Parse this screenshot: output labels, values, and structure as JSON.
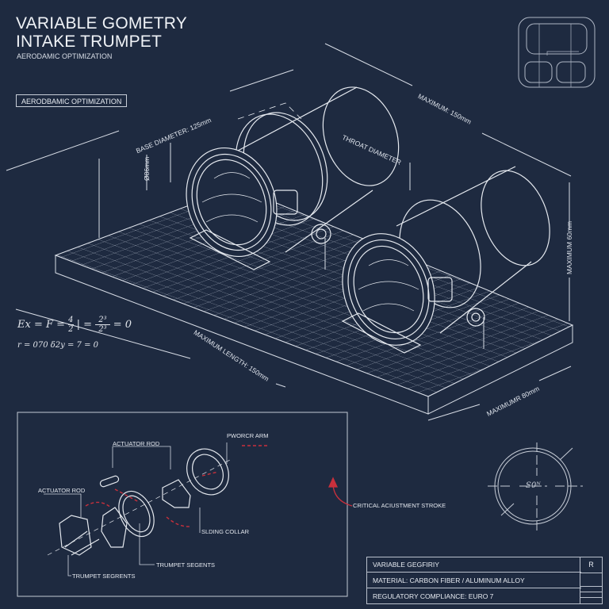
{
  "header": {
    "title_line1": "VARIABLE GOMETRY",
    "title_line2": "INTAKE TRUMPET",
    "subtitle": "AERODAMIC OPTIMIZATION",
    "boxed_label": "AERODBAMIC OPTIMIZATION"
  },
  "dimensions": {
    "base_diameter": "BASE DIAMETER: 125mm",
    "throat_diameter": "THROAT DIAMETER",
    "small_vertical": "Ø86mm",
    "maximum_top": "MAXIMUM: 150mm",
    "maximum_height": "MAXIMUM 60mm",
    "maximum_length": "MAXIMUM LENGTH: 150mm",
    "maximum_depth": "MAXIMUMR 80mm"
  },
  "equations": {
    "line1_left": "Ex = F = ",
    "frac1_num": "4",
    "frac1_den": "2",
    "mid": " | = ",
    "frac2_num": "2³",
    "frac2_den": "2³",
    "line1_right": " = 0",
    "line2": "r = 070 δ2y = 7 = 0"
  },
  "exploded_view": {
    "labels": {
      "actuator_rod_top": "ACTUATOR ROD",
      "actuator_rod_left": "ACTUATOR ROD",
      "pivot_arm": "PWORCR ARM",
      "sliding_collar": "SLDING COLLAR",
      "trumpet_segments_mid": "TRUMPET SEGENTS",
      "trumpet_segments_bottom": "TRUMPET SEGRENTS"
    }
  },
  "annotation": {
    "critical_stroke": "CRITICAL ACIUSTMENT STROKE"
  },
  "section_view": {
    "label": "S0ᴺ"
  },
  "title_block": {
    "row1": "VARIABLE GEGFIRIY",
    "row2": "MATERIAL: CARBON FIBER / ALUMINUM ALLOY",
    "row3": "REGULATORY COMPLIANCE: EURO 7",
    "revision": "R"
  },
  "colors": {
    "background": "#1e2a40",
    "line": "#dfe4ec",
    "accent_red": "#c8303c"
  }
}
